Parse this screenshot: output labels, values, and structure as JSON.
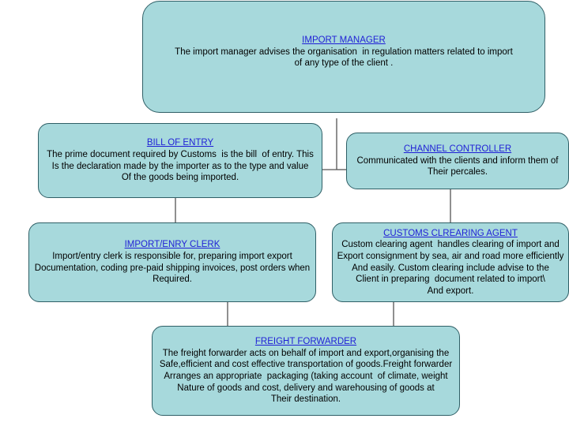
{
  "boxes": {
    "import_manager": {
      "title": "IMPORT MANAGER",
      "lines": [
        "The import manager advises the organisation  in regulation matters related to import",
        "of any type of the client ."
      ]
    },
    "bill_of_entry": {
      "title": "BILL OF ENTRY",
      "lines": [
        "The prime document required by Customs  is the bill  of entry. This",
        "Is the declaration made by the importer as to the type and value",
        "Of the goods being imported."
      ]
    },
    "channel_controller": {
      "title": "CHANNEL CONTROLLER",
      "lines": [
        "Communicated with the clients and inform them of",
        "Their percales."
      ]
    },
    "import_entry_clerk": {
      "title": "IMPORT/ENRY CLERK",
      "lines": [
        "Import/entry clerk is responsible for, preparing import export",
        "Documentation, coding pre-paid shipping invoices, post orders when",
        "Required."
      ]
    },
    "customs_clearing_agent": {
      "title": "CUSTOMS CLREARING AGENT",
      "lines": [
        "Custom clearing agent  handles clearing of import and",
        "Export consignment by sea, air and road more efficiently",
        "And easily. Custom clearing include advise to the",
        "Client in preparing  document related to import\\",
        "And export."
      ]
    },
    "freight_forwarder": {
      "title": "FREIGHT FORWARDER",
      "lines": [
        "The freight forwarder acts on behalf of import and export,organising the",
        "Safe,efficient and cost effective transportation of goods.Freight forwarder",
        "Arranges an appropriate  packaging (taking account  of climate, weight",
        "Nature of goods and cost, delivery and warehousing of goods at",
        "Their destination."
      ]
    }
  },
  "colors": {
    "box_fill": "#a7d9dc",
    "box_border": "#2f5f66",
    "title_link": "#1f1fd6",
    "body_text": "#000000",
    "connector": "#555555"
  }
}
